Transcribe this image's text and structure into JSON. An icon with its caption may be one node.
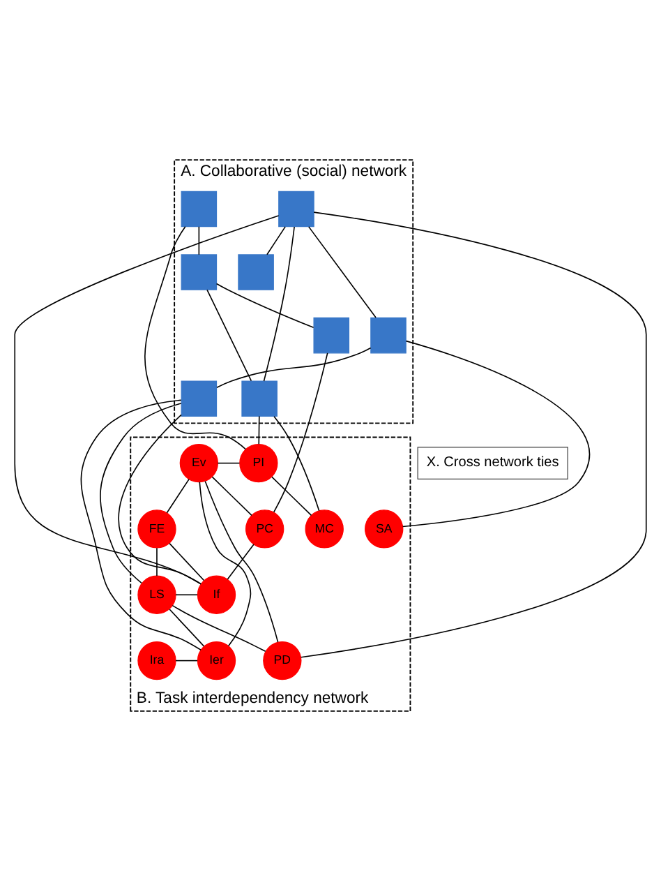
{
  "diagram": {
    "nodes": [
      {
        "text": [
          "A. Collaborative (social) network"
        ]
      },
      {
        "text": [],
        "shape": "box",
        "in": 0
      },
      {
        "text": [],
        "shape": "box",
        "in": 0
      },
      {
        "text": [],
        "shape": "box",
        "in": 0
      },
      {
        "text": [],
        "shape": "box",
        "in": 0
      },
      {
        "text": [],
        "shape": "box",
        "in": 0
      },
      {
        "text": [],
        "shape": "box",
        "in": 0
      },
      {
        "text": [],
        "shape": "box",
        "in": 0
      },
      {
        "text": [],
        "shape": "box",
        "in": 0
      },
      {
        "text": [
          "X. Cross network ties"
        ]
      },
      {
        "text": [
          "B. Task interdependency network"
        ]
      },
      {
        "text": [
          "MC"
        ],
        "in": 10
      },
      {
        "text": [
          "SA"
        ],
        "in": 10
      },
      {
        "text": [
          "FE"
        ],
        "in": 10
      },
      {
        "text": [
          "PI"
        ],
        "in": 10
      },
      {
        "text": [
          "Ev"
        ],
        "in": 10
      },
      {
        "text": [
          "If"
        ],
        "in": 10
      },
      {
        "text": [
          "LS"
        ],
        "in": 10
      },
      {
        "text": [
          "PC"
        ],
        "in": 10
      },
      {
        "text": [
          "Ira"
        ],
        "in": 10
      },
      {
        "text": [
          "Ier"
        ],
        "in": 10
      },
      {
        "text": [
          "PD"
        ],
        "in": 10
      }
    ],
    "edges": [
      {
        "from": 1,
        "to": 2,
        "arrow": "none"
      },
      {
        "from": 2,
        "to": 5,
        "arrow": "none"
      },
      {
        "from": 2,
        "to": 6,
        "arrow": "none"
      },
      {
        "from": 3,
        "to": 6,
        "arrow": "none"
      },
      {
        "from": 3,
        "to": 4,
        "arrow": "none"
      },
      {
        "from": 3,
        "to": 7,
        "arrow": "none"
      },
      {
        "from": 7,
        "to": 8,
        "arrow": "none"
      },
      {
        "from": 1,
        "to": 14,
        "arrow": "none"
      },
      {
        "from": 5,
        "to": 18,
        "arrow": "none"
      },
      {
        "from": 6,
        "to": 14,
        "arrow": "none"
      },
      {
        "from": 6,
        "to": 11,
        "arrow": "none"
      },
      {
        "from": 3,
        "to": 16,
        "arrow": "none"
      },
      {
        "from": 3,
        "to": 21,
        "arrow": "none"
      },
      {
        "from": 7,
        "to": 12,
        "arrow": "none"
      },
      {
        "from": 8,
        "to": 20,
        "arrow": "none"
      },
      {
        "from": 8,
        "to": 16,
        "arrow": "none"
      },
      {
        "from": 8,
        "to": 17,
        "arrow": "none"
      },
      {
        "from": 14,
        "to": 11,
        "arrow": "none"
      },
      {
        "from": 14,
        "to": 15,
        "arrow": "none"
      },
      {
        "from": 15,
        "to": 13,
        "arrow": "none"
      },
      {
        "from": 15,
        "to": 18,
        "arrow": "none"
      },
      {
        "from": 15,
        "to": 20,
        "arrow": "none"
      },
      {
        "from": 15,
        "to": 21,
        "arrow": "none"
      },
      {
        "from": 18,
        "to": 16,
        "arrow": "none"
      },
      {
        "from": 16,
        "to": 13,
        "arrow": "none"
      },
      {
        "from": 16,
        "to": 17,
        "arrow": "none"
      },
      {
        "from": 13,
        "to": 17,
        "arrow": "none"
      },
      {
        "from": 17,
        "to": 21,
        "arrow": "none"
      },
      {
        "from": 17,
        "to": 20,
        "arrow": "none"
      },
      {
        "from": 19,
        "to": 20,
        "arrow": "none"
      }
    ]
  }
}
